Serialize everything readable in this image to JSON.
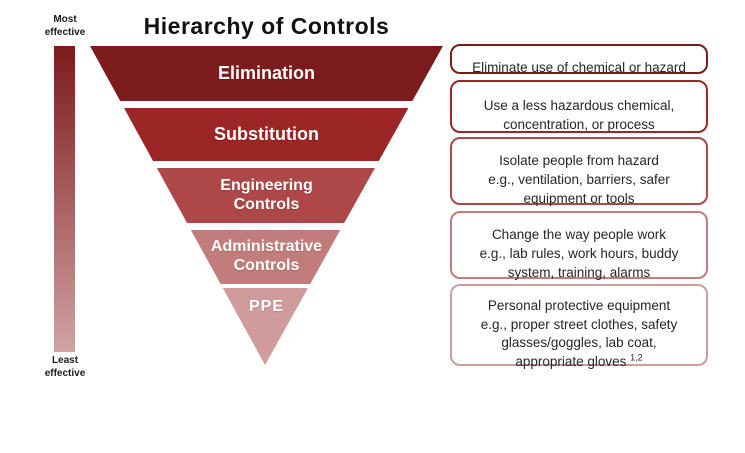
{
  "title": "Hierarchy of Controls",
  "effectiveness_scale": {
    "top_label": "Most\neffective",
    "bottom_label": "Least\neffective",
    "top_color": "#7c1b1b",
    "bottom_color": "#d2a2a2"
  },
  "pyramid": {
    "levels": [
      {
        "label": "Elimination",
        "color": "#7c1b1b"
      },
      {
        "label": "Substitution",
        "color": "#9c2525"
      },
      {
        "label": "Engineering\nControls",
        "color": "#ae4848"
      },
      {
        "label": "Administrative\nControls",
        "color": "#c27c7c"
      },
      {
        "label": "PPE",
        "color": "#d09b9b"
      }
    ]
  },
  "descriptions": [
    {
      "text": "Eliminate use of chemical or hazard"
    },
    {
      "text": "Use a less hazardous chemical,\nconcentration, or process"
    },
    {
      "text": "Isolate people from hazard\ne.g., ventilation, barriers, safer\nequipment or tools"
    },
    {
      "text": "Change the way people work\ne.g., lab rules, work hours, buddy\nsystem, training, alarms"
    },
    {
      "text": "Personal protective equipment\ne.g., proper street clothes, safety\nglasses/goggles, lab coat,\nappropriate gloves ",
      "superscript": "1,2"
    }
  ]
}
